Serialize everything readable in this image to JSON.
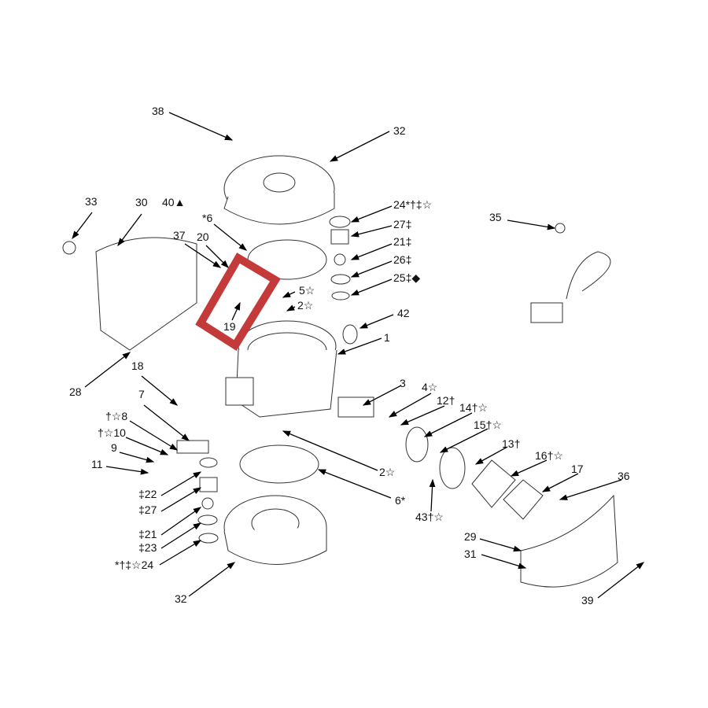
{
  "diagram": {
    "title": "Pump exploded parts view",
    "highlight_color": "#c43a3a",
    "callouts": [
      {
        "id": "c38",
        "text": "38"
      },
      {
        "id": "c32a",
        "text": "32"
      },
      {
        "id": "c24a",
        "text": "24*†‡☆"
      },
      {
        "id": "c33",
        "text": "33"
      },
      {
        "id": "c30",
        "text": "30"
      },
      {
        "id": "c40",
        "text": "40▲"
      },
      {
        "id": "c35",
        "text": "35"
      },
      {
        "id": "c27a",
        "text": "27‡"
      },
      {
        "id": "c6a",
        "text": "*6"
      },
      {
        "id": "c37",
        "text": "37"
      },
      {
        "id": "c20",
        "text": "20"
      },
      {
        "id": "c21a",
        "text": "21‡"
      },
      {
        "id": "c26",
        "text": "26‡"
      },
      {
        "id": "c5",
        "text": "5☆"
      },
      {
        "id": "c25",
        "text": "25‡◆"
      },
      {
        "id": "c2a",
        "text": "2☆"
      },
      {
        "id": "c42",
        "text": "42"
      },
      {
        "id": "c19",
        "text": "19"
      },
      {
        "id": "c1",
        "text": "1"
      },
      {
        "id": "c18",
        "text": "18"
      },
      {
        "id": "c28",
        "text": "28"
      },
      {
        "id": "c7",
        "text": "7"
      },
      {
        "id": "c3",
        "text": "3"
      },
      {
        "id": "c4",
        "text": "4☆"
      },
      {
        "id": "c12",
        "text": "12†"
      },
      {
        "id": "c14",
        "text": "14†☆"
      },
      {
        "id": "c8",
        "text": "†☆8"
      },
      {
        "id": "c15",
        "text": "15†☆"
      },
      {
        "id": "c10",
        "text": "†☆10"
      },
      {
        "id": "c9",
        "text": "9"
      },
      {
        "id": "c13",
        "text": "13†"
      },
      {
        "id": "c16",
        "text": "16†☆"
      },
      {
        "id": "c11",
        "text": "11"
      },
      {
        "id": "c2b",
        "text": "2☆"
      },
      {
        "id": "c17",
        "text": "17"
      },
      {
        "id": "c36",
        "text": "36"
      },
      {
        "id": "c22",
        "text": "‡22"
      },
      {
        "id": "c6b",
        "text": "6*"
      },
      {
        "id": "c27b",
        "text": "‡27"
      },
      {
        "id": "c43",
        "text": "43†☆"
      },
      {
        "id": "c21b",
        "text": "‡21"
      },
      {
        "id": "c29",
        "text": "29"
      },
      {
        "id": "c23",
        "text": "‡23"
      },
      {
        "id": "c31",
        "text": "31"
      },
      {
        "id": "c24b",
        "text": "*†‡☆24"
      },
      {
        "id": "c32b",
        "text": "32"
      },
      {
        "id": "c39",
        "text": "39"
      }
    ]
  }
}
